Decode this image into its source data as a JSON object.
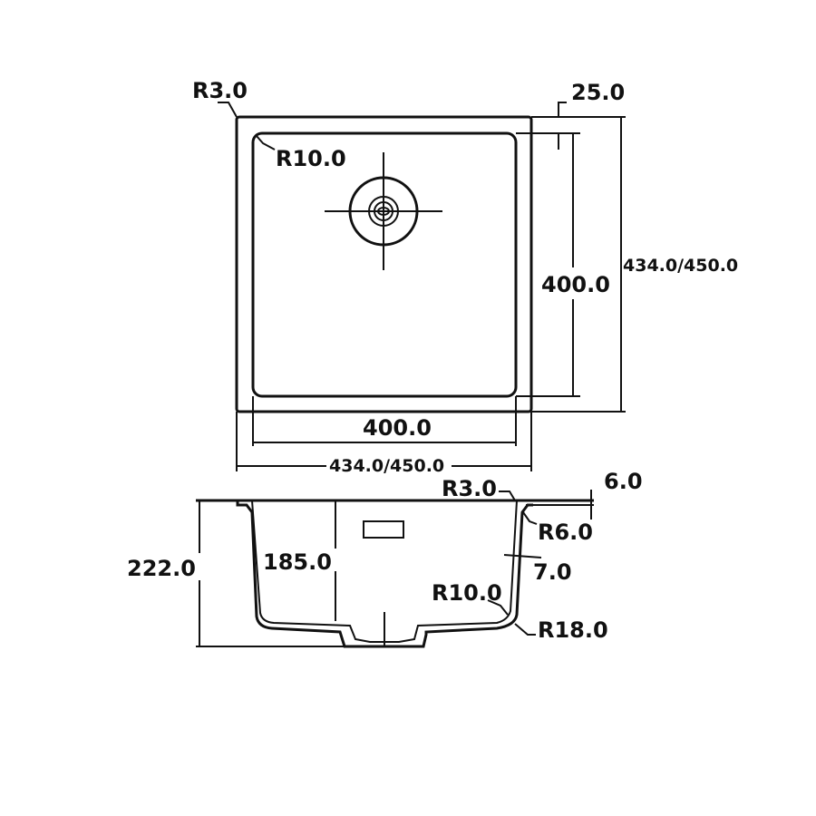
{
  "top_view": {
    "outer_corner_radius": "R3.0",
    "rim_width": "25.0",
    "inner_corner_radius": "R10.0",
    "outer_depth": "434.0/450.0",
    "inner_depth": "400.0",
    "inner_width": "400.0",
    "outer_width": "434.0/450.0"
  },
  "side_view": {
    "top_radius": "R3.0",
    "rim_thickness": "6.0",
    "rim_radius": "R6.0",
    "total_height": "222.0",
    "bowl_depth": "185.0",
    "wall_thickness": "7.0",
    "inner_bottom_radius": "R10.0",
    "outer_bottom_radius": "R18.0"
  },
  "colors": {
    "line": "#111111",
    "background": "#ffffff"
  }
}
